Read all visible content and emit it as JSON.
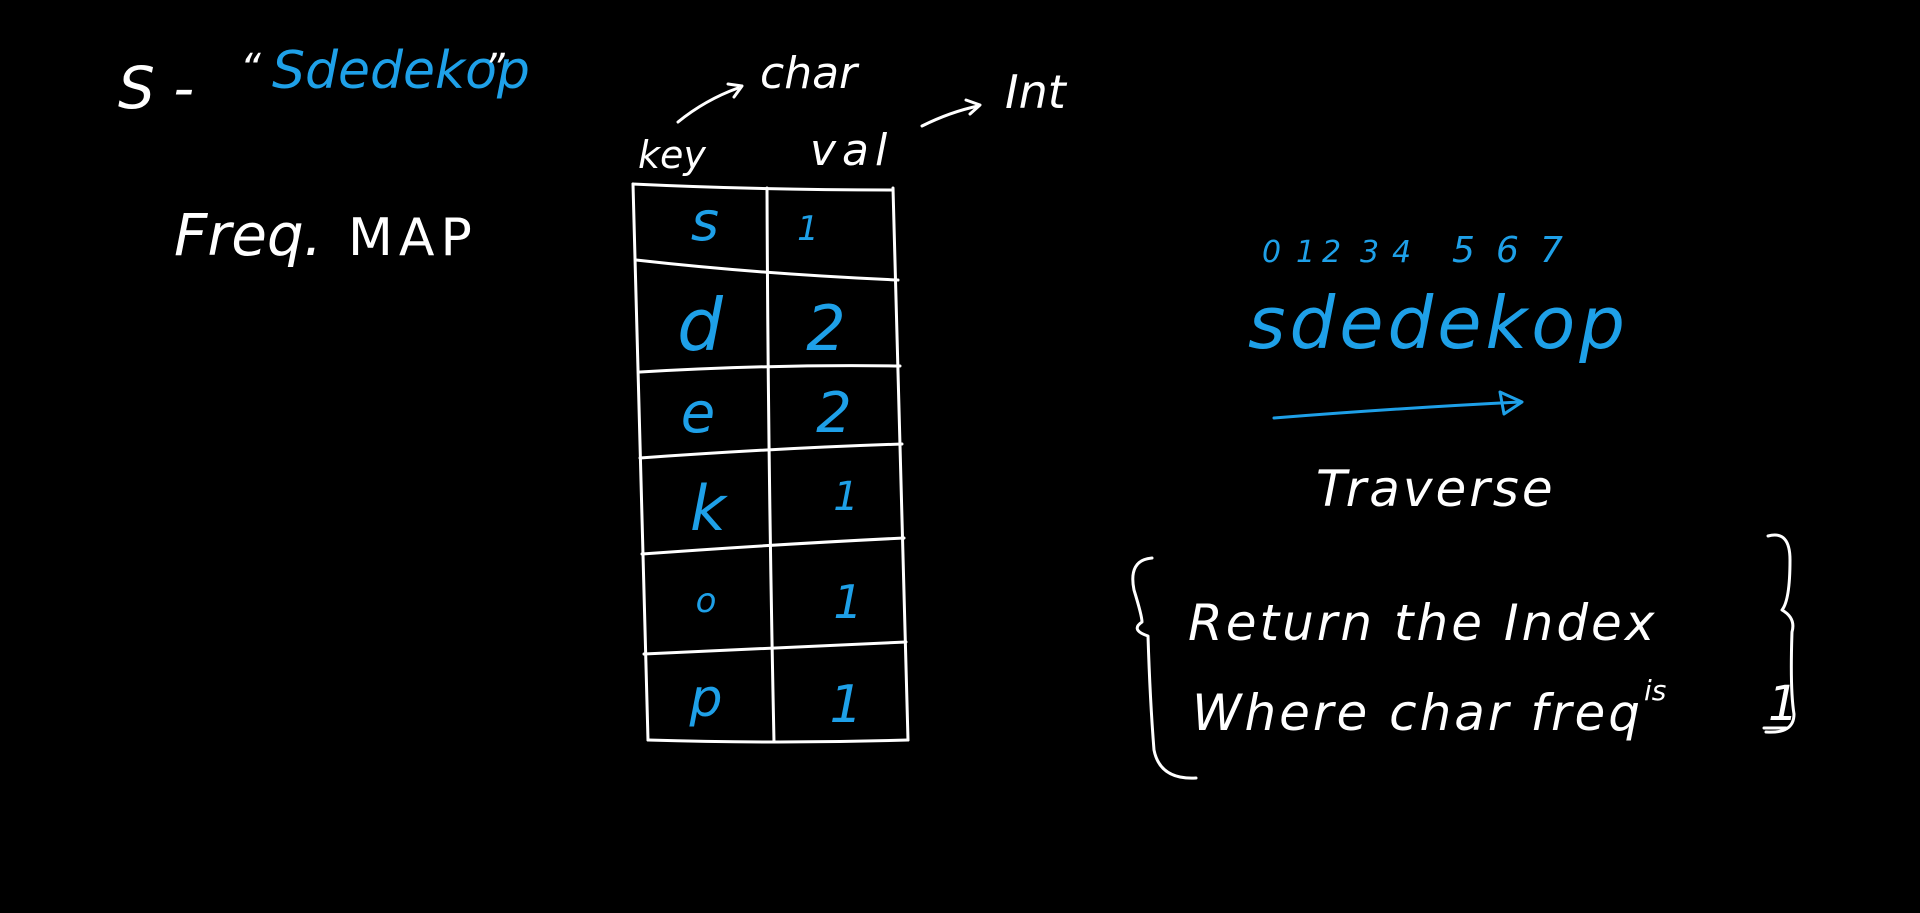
{
  "colors": {
    "background": "#000000",
    "ink_white": "#ffffff",
    "ink_blue": "#1ea0e8"
  },
  "top_left": {
    "s_label": "S -",
    "string_open_quote": "“",
    "string_value": "Sdedekop",
    "string_close_quote": "”",
    "freq_map_label": "Freq.",
    "map_label": "MAP"
  },
  "table": {
    "key_header": "key",
    "val_header": "val",
    "key_type": "char",
    "val_type": "Int",
    "rows": [
      {
        "key": "s",
        "val": "1"
      },
      {
        "key": "d",
        "val": "2"
      },
      {
        "key": "e",
        "val": "2"
      },
      {
        "key": "k",
        "val": "1"
      },
      {
        "key": "o",
        "val": "1"
      },
      {
        "key": "p",
        "val": "1"
      }
    ]
  },
  "right": {
    "indices": [
      "0",
      "1",
      "2",
      "3",
      "4",
      "5",
      "6",
      "7"
    ],
    "word": "sdedekop",
    "traverse_label": "Traverse",
    "return_line1": "Return the Index",
    "return_line2_a": "Where char freq",
    "return_line2_is": "is",
    "return_line2_value": "1"
  }
}
